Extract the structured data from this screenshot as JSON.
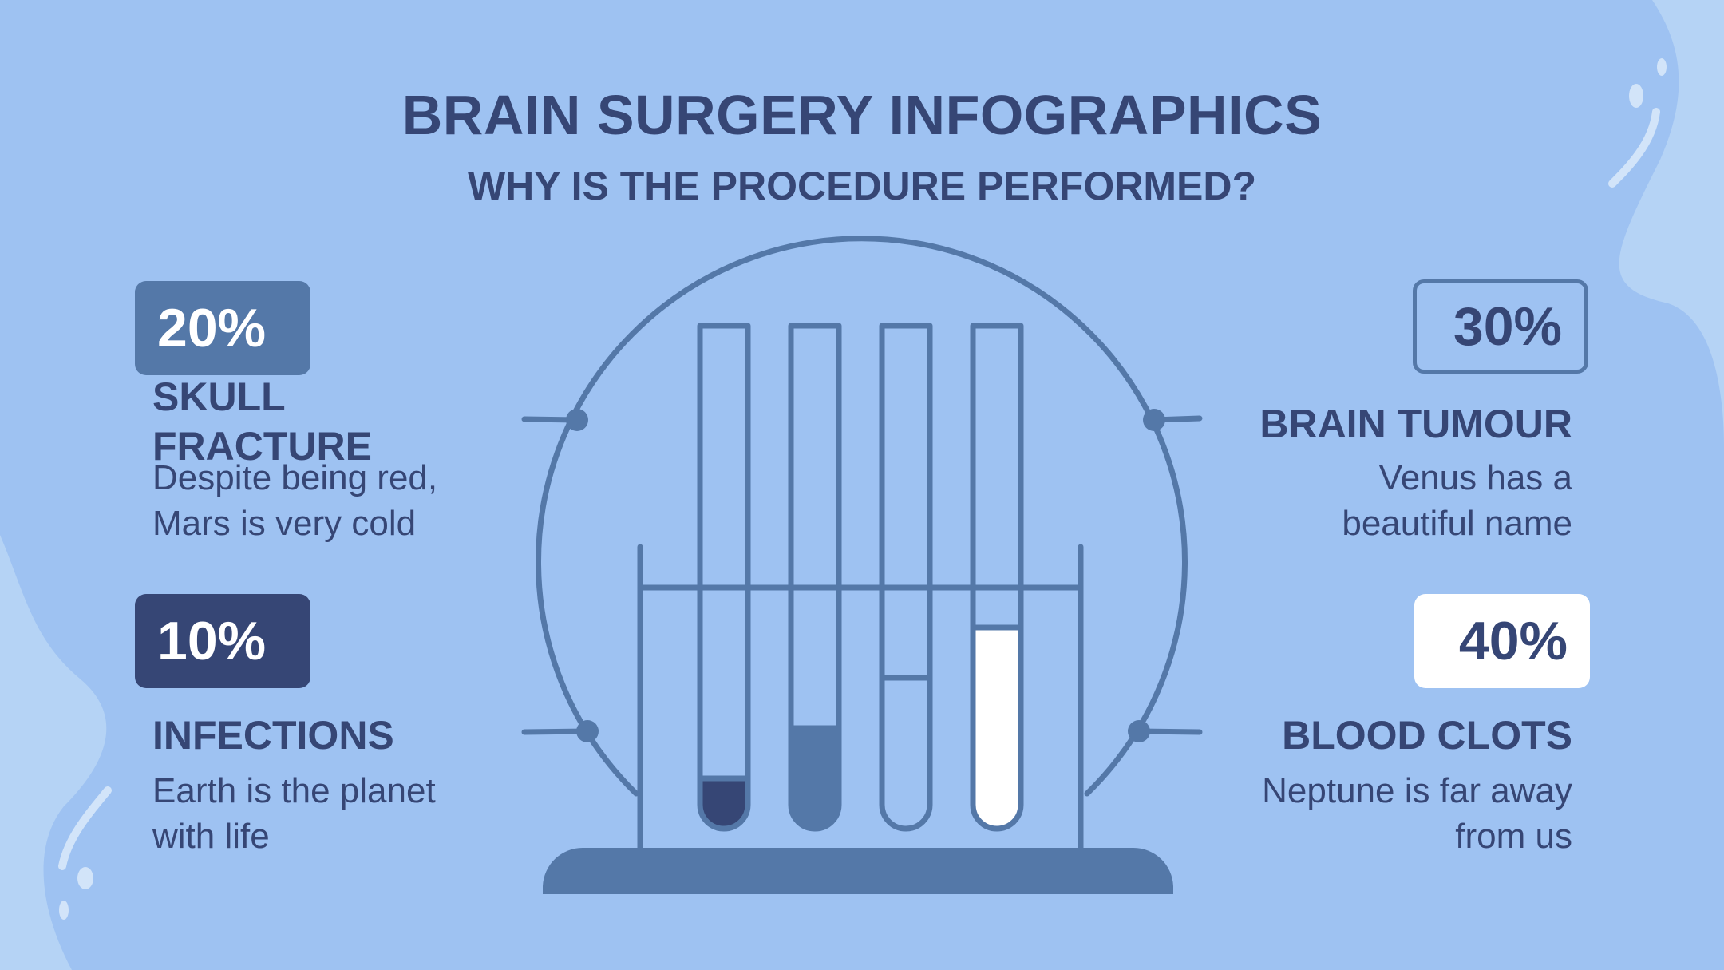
{
  "header": {
    "title": "BRAIN SURGERY INFOGRAPHICS",
    "subtitle": "WHY IS THE PROCEDURE PERFORMED?"
  },
  "items": [
    {
      "percent": "20%",
      "label": "SKULL FRACTURE",
      "description": "Despite being red,\nMars is very cold",
      "badge_color": "#5478a8"
    },
    {
      "percent": "10%",
      "label": "INFECTIONS",
      "description": "Earth is the planet\nwith life",
      "badge_color": "#364675"
    },
    {
      "percent": "30%",
      "label": "BRAIN TUMOUR",
      "description": "Venus has a\nbeautiful name",
      "badge_color": "#5478a8"
    },
    {
      "percent": "40%",
      "label": "BLOOD CLOTS",
      "description": "Neptune is far away\nfrom us",
      "badge_color": "#ffffff"
    }
  ],
  "test_tubes": [
    {
      "fill_fraction": 0.1,
      "fill_color": "#364675"
    },
    {
      "fill_fraction": 0.2,
      "fill_color": "#5478a8"
    },
    {
      "fill_fraction": 0.3,
      "fill_color": "#9ec2f2"
    },
    {
      "fill_fraction": 0.4,
      "fill_color": "#ffffff"
    }
  ],
  "colors": {
    "background": "#9ec2f2",
    "dark": "#364675",
    "medium": "#5478a8",
    "light_wave": "#b5d3f5",
    "white": "#ffffff"
  }
}
